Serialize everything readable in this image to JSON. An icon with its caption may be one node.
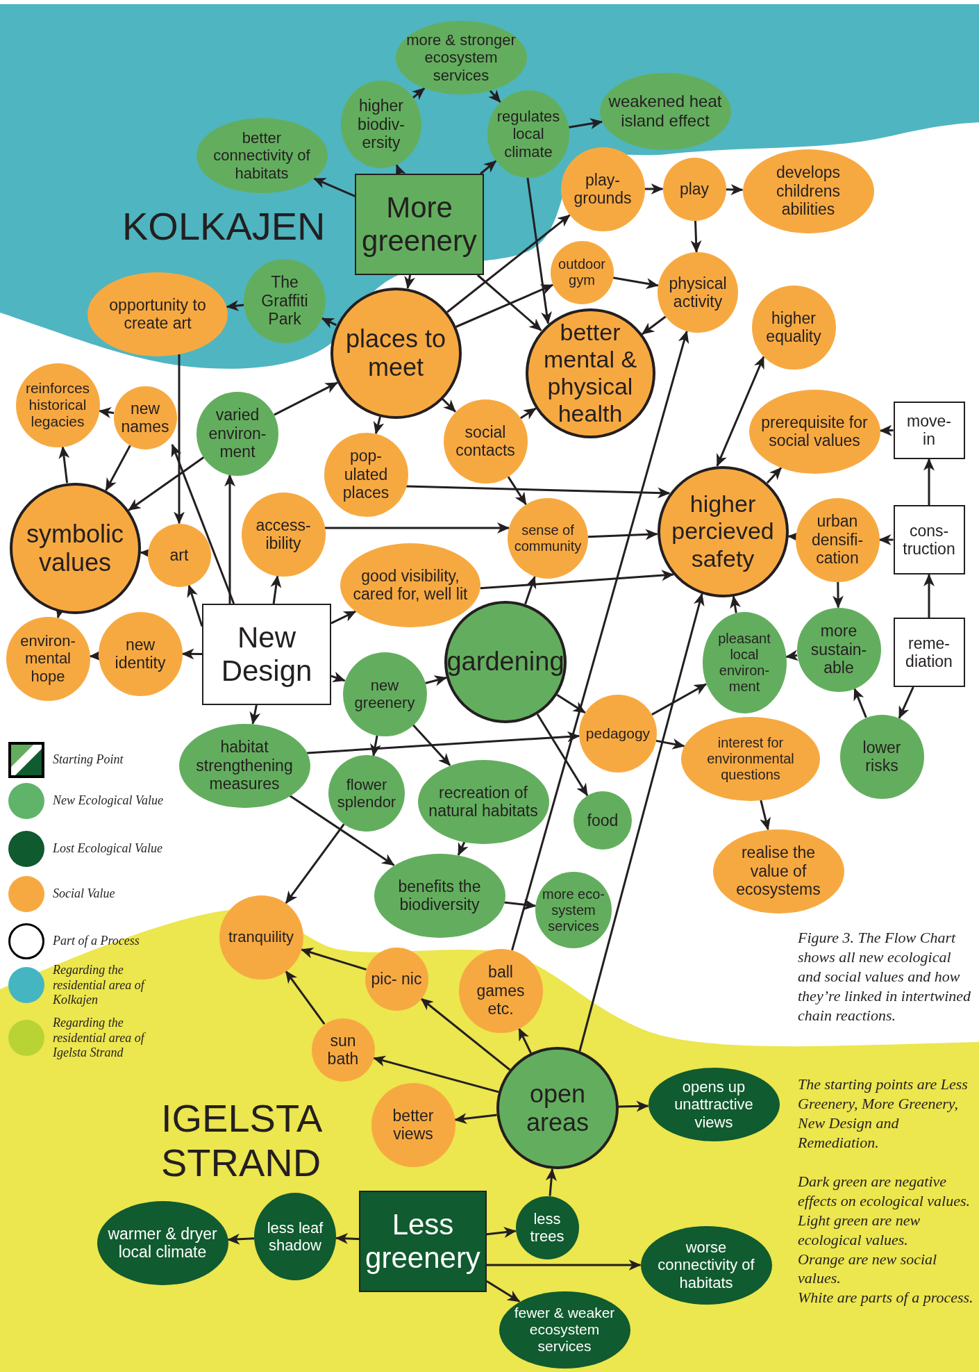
{
  "diagram": {
    "caption": "Figure 3. The Flow Chart shows all new ecological and social values and how they’re linked in intertwined chain reactions.",
    "nodes": [
      {
        "text": [
          "More greenery"
        ]
      },
      {
        "text": [
          "better connectivity of habitats"
        ]
      },
      {
        "text": [
          "higher biodiv- ersity"
        ]
      },
      {
        "text": [
          "more & stronger ecosystem services"
        ]
      },
      {
        "text": [
          "regulates local climate"
        ]
      },
      {
        "text": [
          "weakened heat island effect"
        ]
      },
      {
        "text": [
          "The Graffiti Park"
        ]
      },
      {
        "text": [
          "opportunity to create art"
        ]
      },
      {
        "text": [
          "places to meet"
        ]
      },
      {
        "text": [
          "play- grounds"
        ]
      },
      {
        "text": [
          "play"
        ]
      },
      {
        "text": [
          "develops childrens abilities"
        ]
      },
      {
        "text": [
          "outdoor gym"
        ]
      },
      {
        "text": [
          "physical activity"
        ]
      },
      {
        "text": [
          "better mental & physical health"
        ]
      },
      {
        "text": [
          "higher equality"
        ]
      },
      {
        "text": [
          "reinforces historical legacies"
        ]
      },
      {
        "text": [
          "new names"
        ]
      },
      {
        "text": [
          "varied environ- ment"
        ]
      },
      {
        "text": [
          "pop- ulated places"
        ]
      },
      {
        "text": [
          "social contacts"
        ]
      },
      {
        "text": [
          "prerequisite for social values"
        ]
      },
      {
        "text": [
          "move- in"
        ]
      },
      {
        "text": [
          "symbolic values"
        ]
      },
      {
        "text": [
          "art"
        ]
      },
      {
        "text": [
          "access- ibility"
        ]
      },
      {
        "text": [
          "sense of community"
        ]
      },
      {
        "text": [
          "higher percieved safety"
        ]
      },
      {
        "text": [
          "urban densifi- cation"
        ]
      },
      {
        "text": [
          "cons- truction"
        ]
      },
      {
        "text": [
          "good visibility, cared for, well lit"
        ]
      },
      {
        "text": [
          "environ- mental hope"
        ]
      },
      {
        "text": [
          "new identity"
        ]
      },
      {
        "text": [
          "New Design"
        ]
      },
      {
        "text": [
          "gardening"
        ]
      },
      {
        "text": [
          "new greenery"
        ]
      },
      {
        "text": [
          "pleasant local environ- ment"
        ]
      },
      {
        "text": [
          "more sustain- able"
        ]
      },
      {
        "text": [
          "reme- diation"
        ]
      },
      {
        "text": [
          "habitat strengthening measures"
        ]
      },
      {
        "text": [
          "pedagogy"
        ]
      },
      {
        "text": [
          "interest for environmental questions"
        ]
      },
      {
        "text": [
          "lower risks"
        ]
      },
      {
        "text": [
          "flower splendor"
        ]
      },
      {
        "text": [
          "recreation of natural habitats"
        ]
      },
      {
        "text": [
          "food"
        ]
      },
      {
        "text": [
          "benefits the biodiversity"
        ]
      },
      {
        "text": [
          "more eco- system services"
        ]
      },
      {
        "text": [
          "realise the value of ecosystems"
        ]
      },
      {
        "text": [
          "tranquility"
        ]
      },
      {
        "text": [
          "pic- nic"
        ]
      },
      {
        "text": [
          "ball games etc."
        ]
      },
      {
        "text": [
          "sun bath"
        ]
      },
      {
        "text": [
          "open areas"
        ]
      },
      {
        "text": [
          "opens up unattractive views"
        ]
      },
      {
        "text": [
          "better views"
        ]
      },
      {
        "text": [
          "warmer & dryer local climate"
        ]
      },
      {
        "text": [
          "less leaf shadow"
        ]
      },
      {
        "text": [
          "Less greenery"
        ]
      },
      {
        "text": [
          "less trees"
        ]
      },
      {
        "text": [
          "worse connectivity of habitats"
        ]
      },
      {
        "text": [
          "fewer & weaker ecosystem services"
        ]
      }
    ],
    "edges": [
      {
        "from": 0,
        "to": 1,
        "arrow": "to"
      },
      {
        "from": 0,
        "to": 2,
        "arrow": "to"
      },
      {
        "from": 2,
        "to": 3,
        "arrow": "to"
      },
      {
        "from": 3,
        "to": 4,
        "arrow": "to"
      },
      {
        "from": 0,
        "to": 4,
        "arrow": "to"
      },
      {
        "from": 4,
        "to": 5,
        "arrow": "to"
      },
      {
        "from": 0,
        "to": 8,
        "arrow": "to"
      },
      {
        "from": 0,
        "to": 14,
        "arrow": "to"
      },
      {
        "from": 4,
        "to": 14,
        "arrow": "to"
      },
      {
        "from": 8,
        "to": 6,
        "arrow": "to"
      },
      {
        "from": 6,
        "to": 7,
        "arrow": "to"
      },
      {
        "from": 7,
        "to": 24,
        "arrow": "to"
      },
      {
        "from": 8,
        "to": 9,
        "arrow": "to"
      },
      {
        "from": 8,
        "to": 12,
        "arrow": "to"
      },
      {
        "from": 8,
        "to": 19,
        "arrow": "to"
      },
      {
        "from": 8,
        "to": 20,
        "arrow": "to"
      },
      {
        "from": 9,
        "to": 10,
        "arrow": "to"
      },
      {
        "from": 10,
        "to": 11,
        "arrow": "to"
      },
      {
        "from": 10,
        "to": 13,
        "arrow": "to"
      },
      {
        "from": 12,
        "to": 13,
        "arrow": "to"
      },
      {
        "from": 13,
        "to": 14,
        "arrow": "to"
      },
      {
        "from": 20,
        "to": 14,
        "arrow": "to"
      },
      {
        "from": 20,
        "to": 26,
        "arrow": "to"
      },
      {
        "from": 19,
        "to": 27,
        "arrow": "to"
      },
      {
        "from": 25,
        "to": 26,
        "arrow": "to"
      },
      {
        "from": 26,
        "to": 27,
        "arrow": "to"
      },
      {
        "from": 30,
        "to": 27,
        "arrow": "to"
      },
      {
        "from": 34,
        "to": 26,
        "arrow": "to"
      },
      {
        "from": 27,
        "to": 15,
        "arrow": "both"
      },
      {
        "from": 27,
        "to": 21,
        "arrow": "to"
      },
      {
        "from": 22,
        "to": 21,
        "arrow": "to"
      },
      {
        "from": 29,
        "to": 22,
        "arrow": "to"
      },
      {
        "from": 29,
        "to": 28,
        "arrow": "to"
      },
      {
        "from": 28,
        "to": 27,
        "arrow": "to"
      },
      {
        "from": 28,
        "to": 37,
        "arrow": "to"
      },
      {
        "from": 37,
        "to": 36,
        "arrow": "to"
      },
      {
        "from": 36,
        "to": 27,
        "arrow": "to"
      },
      {
        "from": 38,
        "to": 29,
        "arrow": "to"
      },
      {
        "from": 38,
        "to": 42,
        "arrow": "to"
      },
      {
        "from": 42,
        "to": 37,
        "arrow": "to"
      },
      {
        "from": 18,
        "to": 8,
        "arrow": "to"
      },
      {
        "from": 18,
        "to": 23,
        "arrow": "to"
      },
      {
        "from": 17,
        "to": 16,
        "arrow": "to"
      },
      {
        "from": 17,
        "to": 23,
        "arrow": "to"
      },
      {
        "from": 23,
        "to": 16,
        "arrow": "to"
      },
      {
        "from": 24,
        "to": 23,
        "arrow": "to"
      },
      {
        "from": 23,
        "to": 31,
        "arrow": "to"
      },
      {
        "from": 32,
        "to": 31,
        "arrow": "to"
      },
      {
        "from": 33,
        "to": 32,
        "arrow": "to"
      },
      {
        "from": 33,
        "to": 24,
        "arrow": "to"
      },
      {
        "from": 33,
        "to": 18,
        "arrow": "to"
      },
      {
        "from": 33,
        "to": 17,
        "arrow": "to"
      },
      {
        "from": 33,
        "to": 25,
        "arrow": "to"
      },
      {
        "from": 33,
        "to": 30,
        "arrow": "to"
      },
      {
        "from": 33,
        "to": 35,
        "arrow": "to"
      },
      {
        "from": 33,
        "to": 39,
        "arrow": "to"
      },
      {
        "from": 35,
        "to": 34,
        "arrow": "to"
      },
      {
        "from": 35,
        "to": 43,
        "arrow": "to"
      },
      {
        "from": 35,
        "to": 44,
        "arrow": "to"
      },
      {
        "from": 39,
        "to": 40,
        "arrow": "to"
      },
      {
        "from": 39,
        "to": 46,
        "arrow": "to"
      },
      {
        "from": 34,
        "to": 40,
        "arrow": "to"
      },
      {
        "from": 34,
        "to": 45,
        "arrow": "to"
      },
      {
        "from": 40,
        "to": 36,
        "arrow": "to"
      },
      {
        "from": 40,
        "to": 41,
        "arrow": "to"
      },
      {
        "from": 41,
        "to": 48,
        "arrow": "to"
      },
      {
        "from": 44,
        "to": 46,
        "arrow": "to"
      },
      {
        "from": 46,
        "to": 47,
        "arrow": "to"
      },
      {
        "from": 43,
        "to": 49,
        "arrow": "to"
      },
      {
        "from": 50,
        "to": 49,
        "arrow": "to"
      },
      {
        "from": 52,
        "to": 49,
        "arrow": "to"
      },
      {
        "from": 53,
        "to": 50,
        "arrow": "to"
      },
      {
        "from": 53,
        "to": 52,
        "arrow": "to"
      },
      {
        "from": 53,
        "to": 51,
        "arrow": "to"
      },
      {
        "from": 53,
        "to": 55,
        "arrow": "to"
      },
      {
        "from": 53,
        "to": 54,
        "arrow": "to"
      },
      {
        "from": 51,
        "to": 13,
        "arrow": "to"
      },
      {
        "from": 53,
        "to": 27,
        "arrow": "to"
      },
      {
        "from": 58,
        "to": 57,
        "arrow": "to"
      },
      {
        "from": 57,
        "to": 56,
        "arrow": "to"
      },
      {
        "from": 58,
        "to": 59,
        "arrow": "to"
      },
      {
        "from": 59,
        "to": 53,
        "arrow": "to"
      },
      {
        "from": 58,
        "to": 60,
        "arrow": "to"
      },
      {
        "from": 58,
        "to": 61,
        "arrow": "to"
      }
    ],
    "labels": [
      "KOLKAJEN",
      "IGELSTA STRAND",
      "The starting points are Less Greenery, More Greenery, New Design and Remediation.",
      "Dark green are negative effects on ecological values.",
      "Light green are new ecological values.",
      "Orange are new social values.",
      "White are parts of a process."
    ],
    "legend": [
      {
        "text": "Starting Point"
      },
      {
        "text": "New Ecological Value",
        "color": "#5fb46a"
      },
      {
        "text": "Lost Ecological Value",
        "color": "#0f5a2e"
      },
      {
        "text": "Social Value",
        "color": "#f7a941"
      },
      {
        "text": "Part of a Process"
      },
      {
        "text": "Regarding the residential area of Kolkajen",
        "color": "#45b5c2"
      },
      {
        "text": "Regarding the residential area of Igelsta Strand",
        "color": "#b9d335"
      }
    ]
  }
}
